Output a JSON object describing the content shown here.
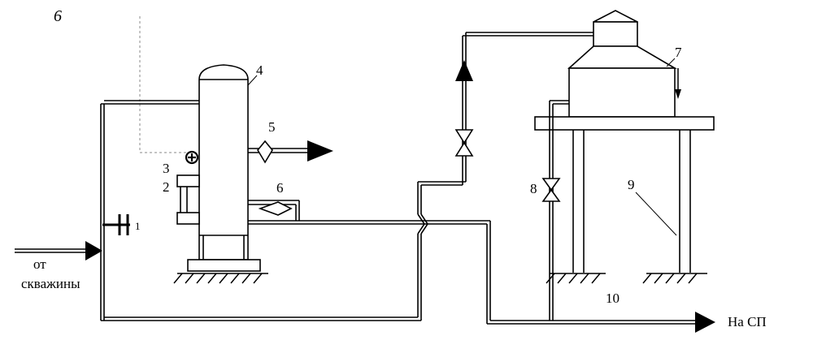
{
  "corner_mark": "6",
  "labels": {
    "l1": "1",
    "l2": "2",
    "l3": "3",
    "l4": "4",
    "l5": "5",
    "l6": "6",
    "l7": "7",
    "l8": "8",
    "l9": "9",
    "l10": "10"
  },
  "inlet": {
    "line1": "от",
    "line2": "скважины"
  },
  "outlet": "На  СП",
  "colors": {
    "ink": "#000000",
    "paper": "#ffffff"
  }
}
